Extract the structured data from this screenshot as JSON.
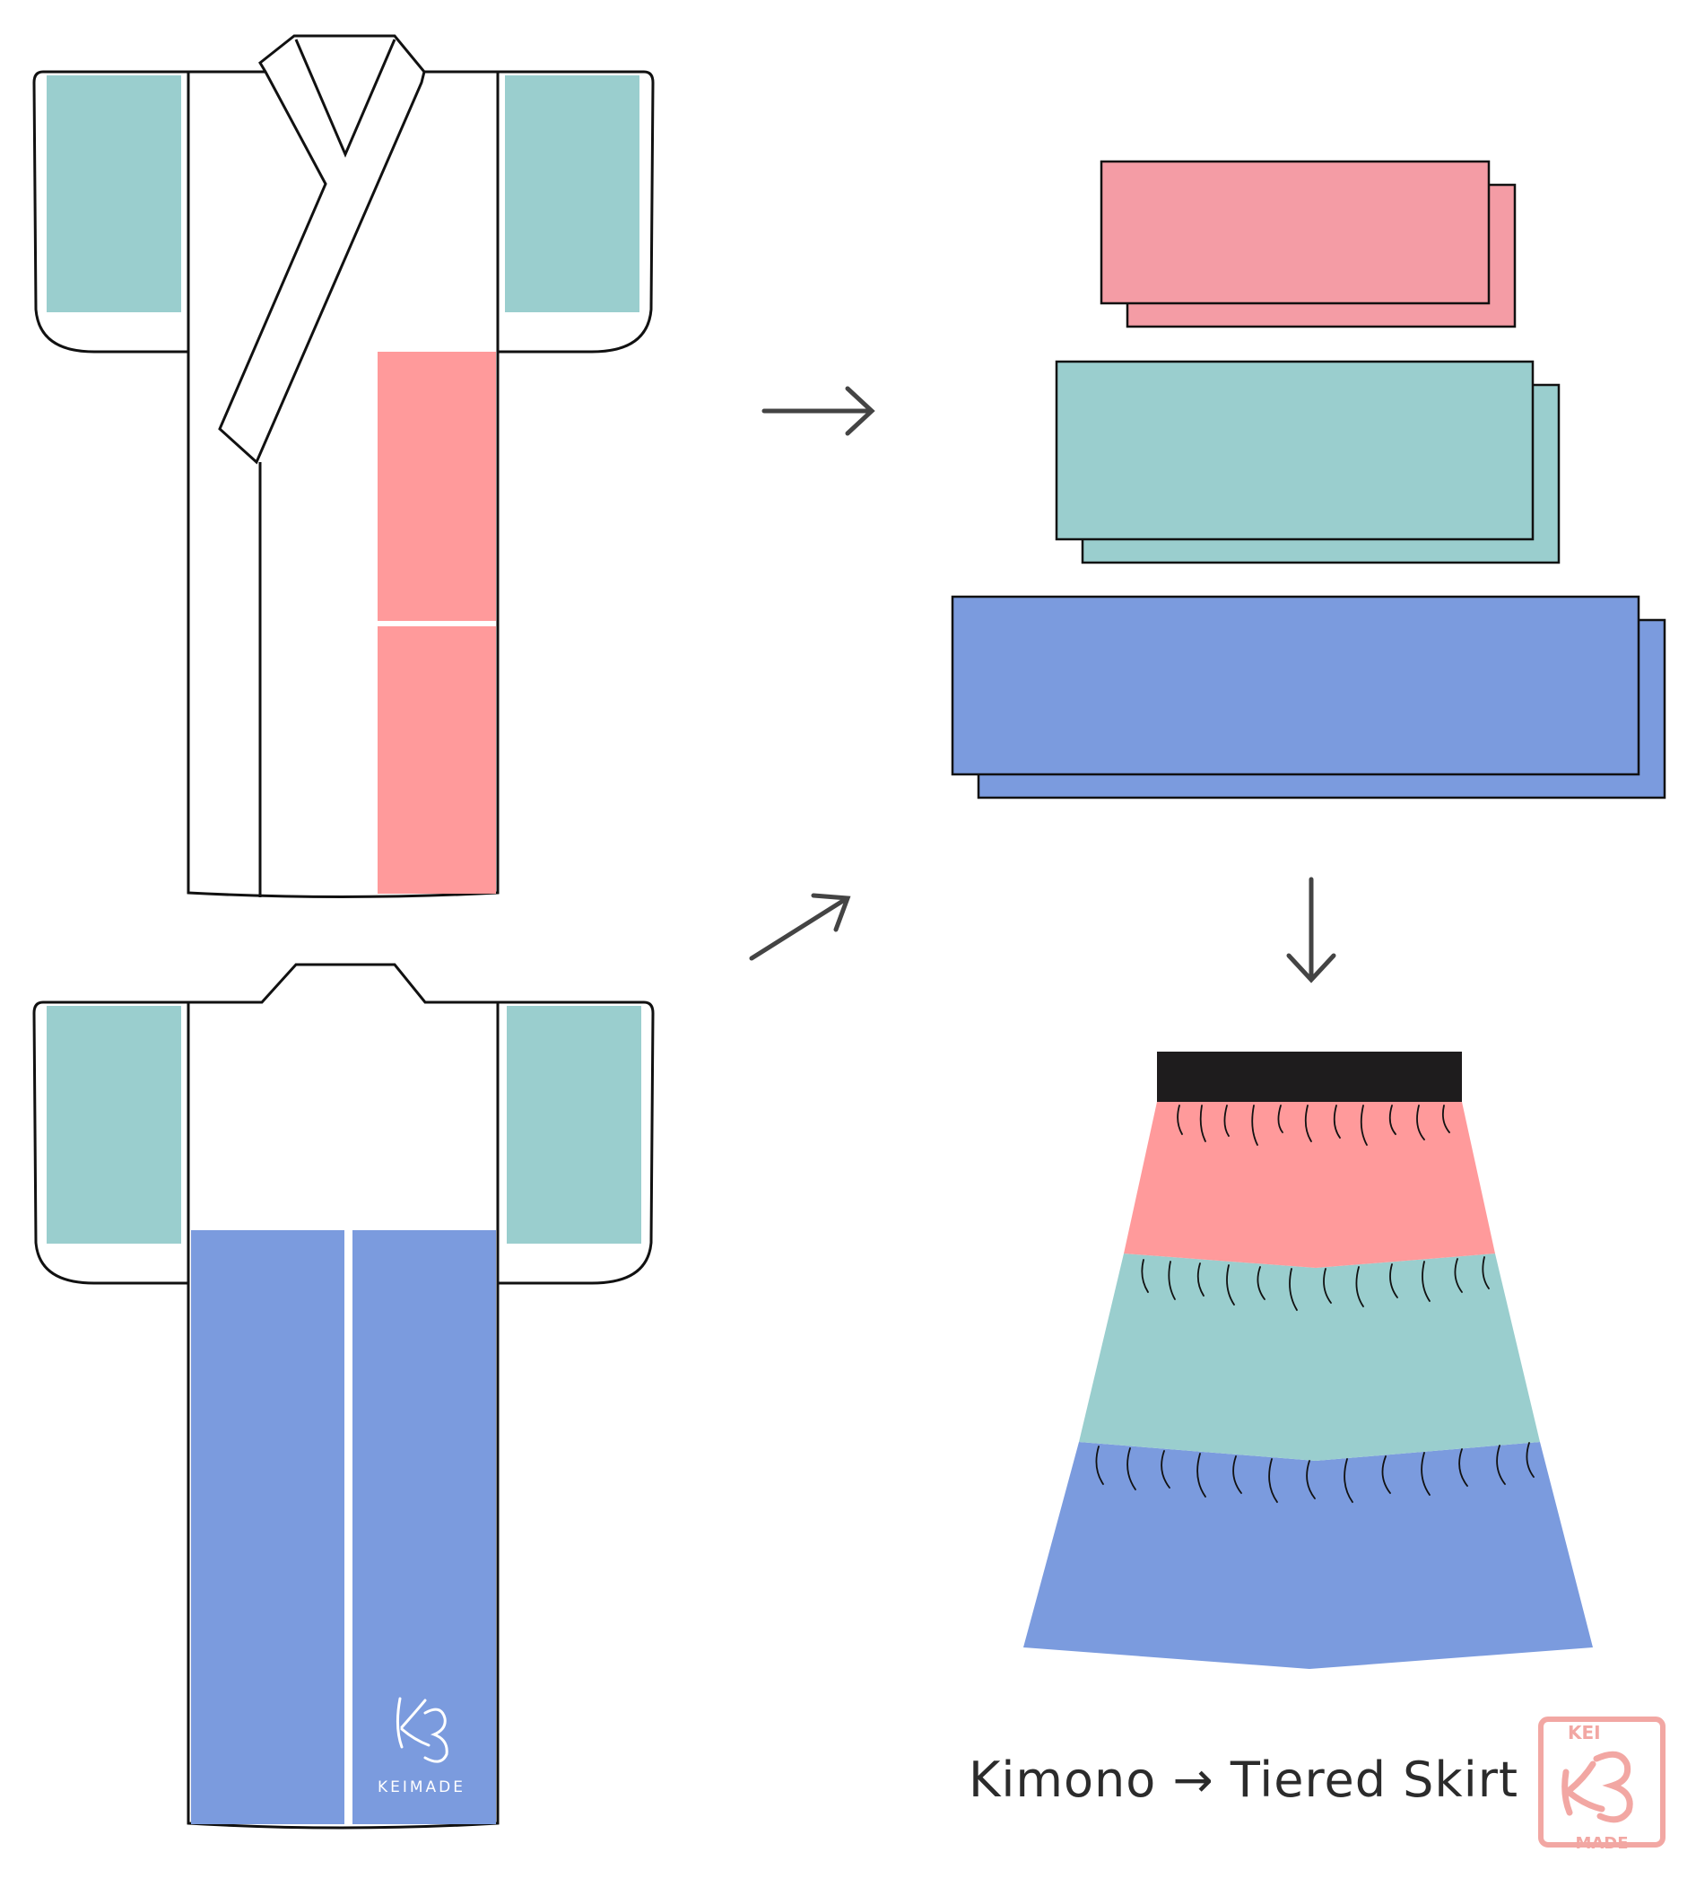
{
  "caption": {
    "from": "Kimono",
    "arrow": "→",
    "to": "Tiered Skirt"
  },
  "kimono_back_logo": {
    "text": "KEIMADE"
  },
  "corner_stamp": {
    "top_text": "KEI",
    "bottom_text": "MADE"
  },
  "colors": {
    "teal": "#9ACECE",
    "pink_kimono": "#FF9A9B",
    "pink_panel": "#F49CA5",
    "blue": "#7B9BDE",
    "waistband": "#1E1C1D",
    "outline": "#111111",
    "arrow": "#444444",
    "stamp": "#F2A7A3"
  }
}
